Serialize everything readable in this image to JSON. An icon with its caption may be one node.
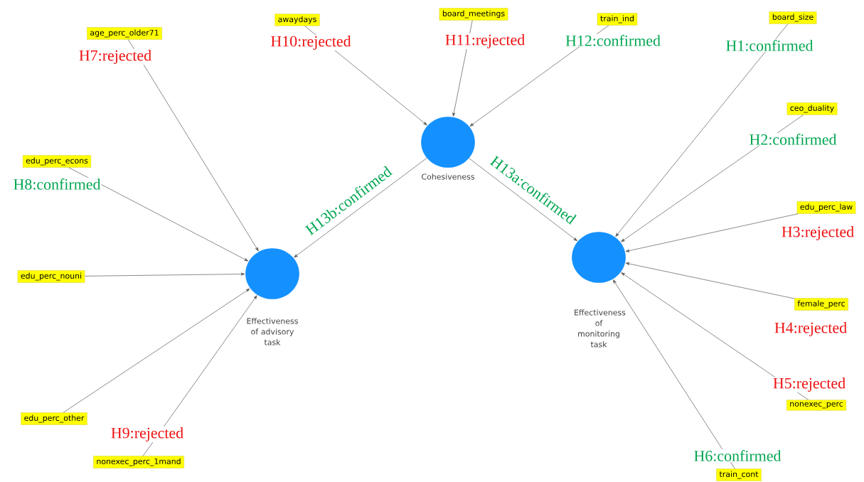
{
  "diagram": {
    "nodes": [
      {
        "text": [
          "Cohesiveness"
        ]
      },
      {
        "text": [
          "Effectiveness of advisory task"
        ]
      },
      {
        "text": [
          "Effectiveness of monitoring task"
        ]
      },
      {
        "text": [
          "awaydays"
        ]
      },
      {
        "text": [
          "board_meetings"
        ]
      },
      {
        "text": [
          "train_ind"
        ]
      },
      {
        "text": [
          "board_size"
        ]
      },
      {
        "text": [
          "ceo_duality"
        ]
      },
      {
        "text": [
          "edu_perc_law"
        ]
      },
      {
        "text": [
          "female_perc"
        ]
      },
      {
        "text": [
          "nonexec_perc"
        ]
      },
      {
        "text": [
          "train_cont"
        ]
      },
      {
        "text": [
          "age_perc_older71"
        ]
      },
      {
        "text": [
          "edu_perc_econs"
        ]
      },
      {
        "text": [
          "edu_perc_nouni"
        ]
      },
      {
        "text": [
          "edu_perc_other"
        ]
      },
      {
        "text": [
          "nonexec_perc_1mand"
        ]
      }
    ],
    "edges": [
      {
        "from": 3,
        "to": 0,
        "arrow": "to",
        "label": "H10:rejected"
      },
      {
        "from": 4,
        "to": 0,
        "arrow": "to",
        "label": "H11:rejected"
      },
      {
        "from": 5,
        "to": 0,
        "arrow": "to",
        "label": "H12:confirmed"
      },
      {
        "from": 6,
        "to": 2,
        "arrow": "to",
        "label": "H1:confirmed"
      },
      {
        "from": 7,
        "to": 2,
        "arrow": "to",
        "label": "H2:confirmed"
      },
      {
        "from": 8,
        "to": 2,
        "arrow": "to",
        "label": "H3:rejected"
      },
      {
        "from": 9,
        "to": 2,
        "arrow": "to",
        "label": "H4:rejected"
      },
      {
        "from": 10,
        "to": 2,
        "arrow": "to",
        "label": "H5:rejected"
      },
      {
        "from": 11,
        "to": 2,
        "arrow": "to",
        "label": "H6:confirmed"
      },
      {
        "from": 12,
        "to": 1,
        "arrow": "to",
        "label": "H7:rejected"
      },
      {
        "from": 13,
        "to": 1,
        "arrow": "to",
        "label": "H8:confirmed"
      },
      {
        "from": 14,
        "to": 1,
        "arrow": "to"
      },
      {
        "from": 15,
        "to": 1,
        "arrow": "to"
      },
      {
        "from": 16,
        "to": 1,
        "arrow": "to",
        "label": "H9:rejected"
      },
      {
        "from": 0,
        "to": 2,
        "arrow": "to",
        "label": "H13a:confirmed"
      },
      {
        "from": 0,
        "to": 1,
        "arrow": "to",
        "label": "H13b:confirmed"
      }
    ]
  }
}
